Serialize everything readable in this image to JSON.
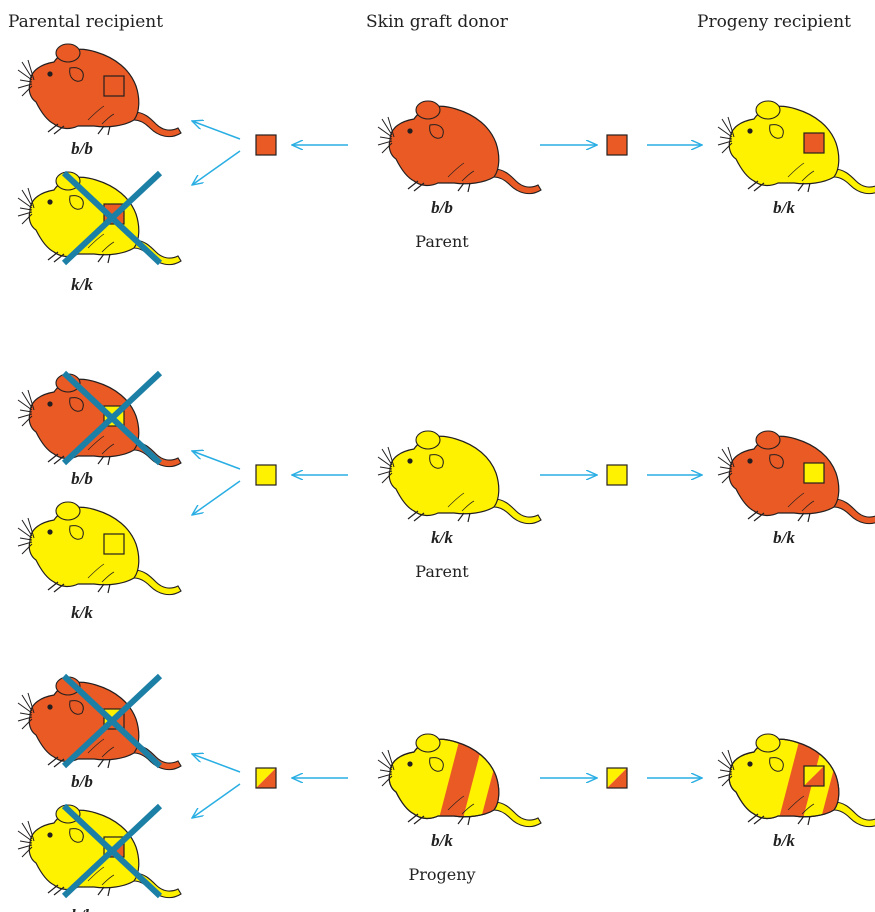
{
  "headers": {
    "parental_recipient": "Parental recipient",
    "skin_graft_donor": "Skin graft donor",
    "progeny_recipient": "Progeny recipient"
  },
  "colors": {
    "orange": "#ea5a24",
    "yellow": "#fff200",
    "arrow": "#29aee3",
    "reject_cross": "#1c7fa6",
    "outline": "#231f20"
  },
  "rows": [
    {
      "donor": {
        "genotype": "b/b",
        "coat": "orange",
        "role": "Parent"
      },
      "graft": "orange",
      "recipients": [
        {
          "genotype": "b/b",
          "coat": "orange",
          "rejected": false
        },
        {
          "genotype": "k/k",
          "coat": "yellow",
          "rejected": true
        }
      ],
      "progeny": {
        "genotype": "b/k",
        "base": "yellow",
        "graft": "orange"
      }
    },
    {
      "donor": {
        "genotype": "k/k",
        "coat": "yellow",
        "role": "Parent"
      },
      "graft": "yellow",
      "recipients": [
        {
          "genotype": "b/b",
          "coat": "orange",
          "rejected": true
        },
        {
          "genotype": "k/k",
          "coat": "yellow",
          "rejected": false
        }
      ],
      "progeny": {
        "genotype": "b/k",
        "base": "orange",
        "graft": "yellow"
      }
    },
    {
      "donor": {
        "genotype": "b/k",
        "coat": "mixed",
        "role": "Progeny"
      },
      "graft": "mixed",
      "recipients": [
        {
          "genotype": "b/b",
          "coat": "orange",
          "rejected": true
        },
        {
          "genotype": "k/k",
          "coat": "yellow",
          "rejected": true
        }
      ],
      "progeny": {
        "genotype": "b/k",
        "base": "mixed",
        "graft": "mixed"
      }
    }
  ]
}
